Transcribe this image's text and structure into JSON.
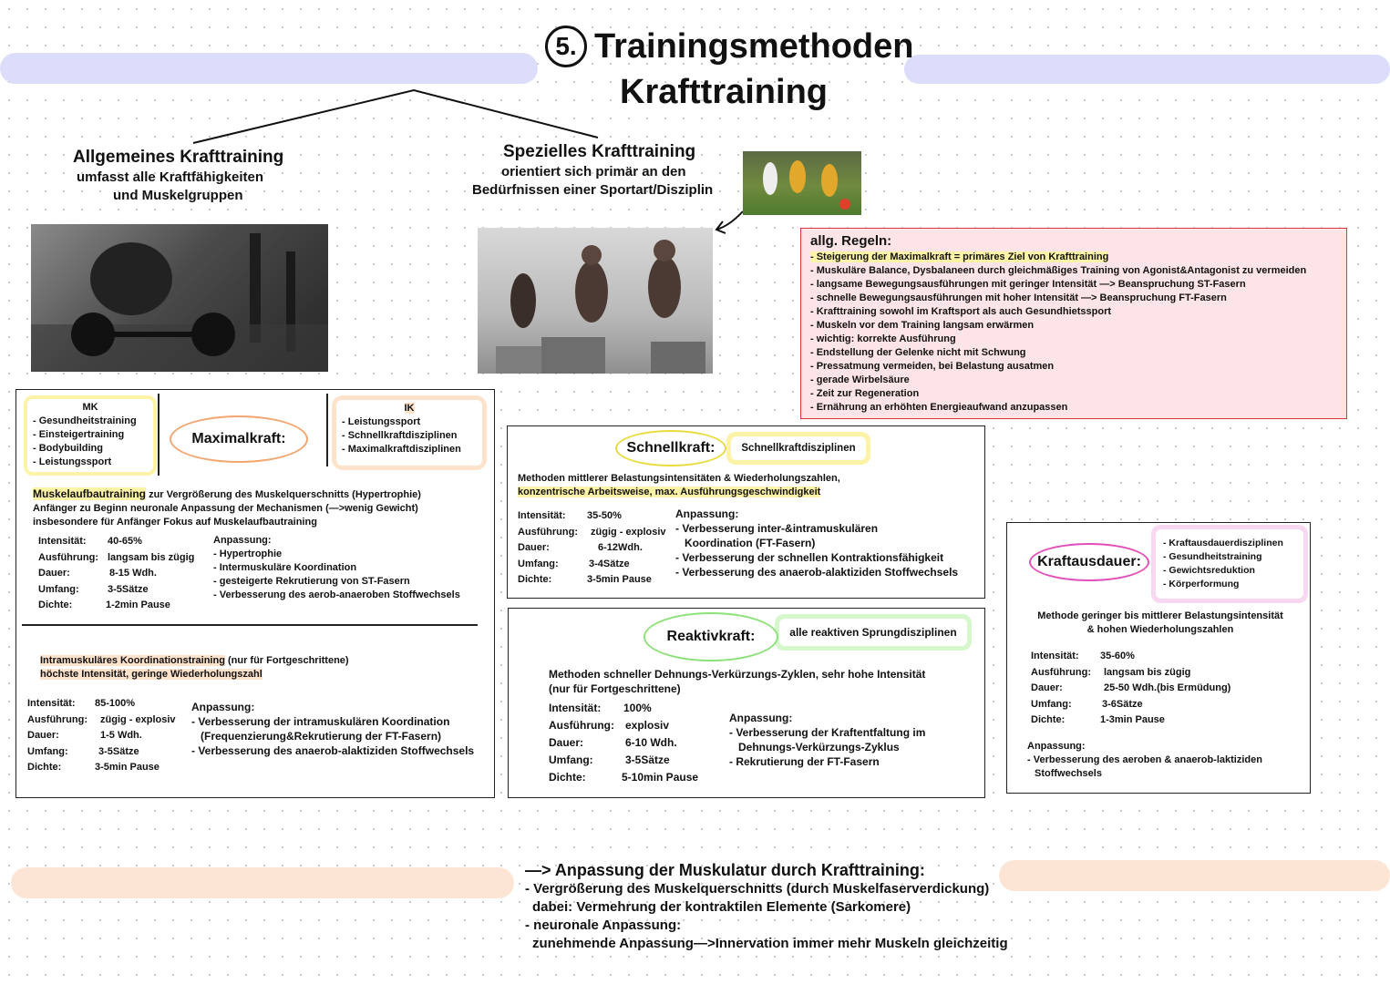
{
  "title": {
    "number": "5.",
    "line1": "Trainingsmethoden",
    "line2": "Krafttraining"
  },
  "allgemein": {
    "heading": "Allgemeines Krafttraining",
    "line1": "umfasst alle Kraftfähigkeiten",
    "line2": "und Muskelgruppen"
  },
  "speziell": {
    "heading": "Spezielles Krafttraining",
    "line1": "orientiert sich primär an den",
    "line2": "Bedürfnissen einer Sportart/Disziplin"
  },
  "regeln": {
    "title": "allg. Regeln:",
    "items": [
      "- Steigerung der Maximalkraft = primäres Ziel von Krafttraining",
      "- Muskuläre Balance, Dysbalaneen durch gleichmäßiges Training von Agonist&Antagonist zu vermeiden",
      "- langsame Bewegungsausführungen mit geringer Intensität —> Beanspruchung ST-Fasern",
      "- schnelle Bewegungsausführungen mit hoher Intensität —> Beanspruchung FT-Fasern",
      "- Krafttraining sowohl im Kraftsport als auch  Gesundhietssport",
      "- Muskeln vor dem Training langsam erwärmen",
      "- wichtig: korrekte Ausführung",
      "- Endstellung der Gelenke nicht mit Schwung",
      "- Pressatmung vermeiden, bei Belastung ausatmen",
      "- gerade Wirbelsäure",
      "- Zeit zur Regeneration",
      "- Ernährung an erhöhten Energieaufwand anzupassen"
    ]
  },
  "maximalkraft": {
    "label": "Maximalkraft:",
    "mk": {
      "title": "MK",
      "items": [
        "- Gesundheitstraining",
        "- Einsteigertraining",
        "- Bodybuilding",
        "- Leistungssport"
      ]
    },
    "ik": {
      "title": "IK",
      "items": [
        "- Leistungssport",
        "- Schnellkraftdisziplinen",
        "- Maximalkraftdisziplinen"
      ]
    },
    "aufbau": {
      "name": "Muskelaufbautraining",
      "line1_rest": " zur Vergrößerung des Muskelquerschnitts (Hypertrophie)",
      "line2": "Anfänger zu Beginn neuronale Anpassung der Mechanismen (—>wenig Gewicht)",
      "line3": "insbesondere für Anfänger Fokus auf Muskelaufbautraining",
      "params": [
        {
          "k": "Intensität:",
          "v": "40-65%"
        },
        {
          "k": "Ausführung:",
          "v": "langsam bis zügig"
        },
        {
          "k": "Dauer:",
          "v": "8-15 Wdh."
        },
        {
          "k": "Umfang:",
          "v": "3-5Sätze"
        },
        {
          "k": "Dichte:",
          "v": "1-2min Pause"
        }
      ],
      "anpassung_title": "Anpassung:",
      "anpassung": [
        "- Hypertrophie",
        "- Intermuskuläre Koordination",
        "- gesteigerte Rekrutierung von ST-Fasern",
        "- Verbesserung des aerob-anaeroben Stoffwechsels"
      ]
    },
    "ikt": {
      "name": "Intramuskuläres Koordinationstraining",
      "line1_rest": " (nur für Fortgeschrittene)",
      "line2": "höchste Intensität, geringe Wiederholungszahl",
      "params": [
        {
          "k": "Intensität:",
          "v": "85-100%"
        },
        {
          "k": "Ausführung:",
          "v": "zügig - explosiv"
        },
        {
          "k": "Dauer:",
          "v": "1-5 Wdh."
        },
        {
          "k": "Umfang:",
          "v": "3-5Sätze"
        },
        {
          "k": "Dichte:",
          "v": "3-5min Pause"
        }
      ],
      "anpassung_title": "Anpassung:",
      "anpassung": [
        "- Verbesserung der intramuskulären Koordination",
        "  (Frequenzierung&Rekrutierung der FT-Fasern)",
        "- Verbesserung des anaerob-alaktiziden Stoffwechsels"
      ]
    }
  },
  "schnellkraft": {
    "label": "Schnellkraft:",
    "tag": "Schnellkraftdisziplinen",
    "line1": "Methoden mittlerer Belastungsintensitäten & Wiederholungszahlen,",
    "line2": "konzentrische Arbeitsweise, max. Ausführungsgeschwindigkeit",
    "params": [
      {
        "k": "Intensität:",
        "v": "35-50%"
      },
      {
        "k": "Ausführung:",
        "v": "zügig - explosiv"
      },
      {
        "k": "Dauer:",
        "v": "6-12Wdh."
      },
      {
        "k": "Umfang:",
        "v": "3-4Sätze"
      },
      {
        "k": "Dichte:",
        "v": "3-5min Pause"
      }
    ],
    "anpassung_title": "Anpassung:",
    "anpassung": [
      "- Verbesserung inter-&intramuskulären",
      "  Koordination (FT-Fasern)",
      "- Verbesserung der schnellen Kontraktionsfähigkeit",
      "- Verbesserung des anaerob-alaktiziden Stoffwechsels"
    ]
  },
  "reaktivkraft": {
    "label": "Reaktivkraft:",
    "tag": "alle reaktiven Sprungdisziplinen",
    "line1": "Methoden schneller Dehnungs-Verkürzungs-Zyklen, sehr hohe Intensität",
    "line2": "(nur für Fortgeschrittene)",
    "params": [
      {
        "k": "Intensität:",
        "v": "100%"
      },
      {
        "k": "Ausführung:",
        "v": "explosiv"
      },
      {
        "k": "Dauer:",
        "v": "6-10 Wdh."
      },
      {
        "k": "Umfang:",
        "v": "3-5Sätze"
      },
      {
        "k": "Dichte:",
        "v": "5-10min Pause"
      }
    ],
    "anpassung_title": "Anpassung:",
    "anpassung": [
      "- Verbesserung der Kraftentfaltung im",
      "  Dehnungs-Verkürzungs-Zyklus",
      "- Rekrutierung der FT-Fasern"
    ]
  },
  "kraftausdauer": {
    "label": "Kraftausdauer:",
    "tags": [
      "- Kraftausdauerdisziplinen",
      "- Gesundheitstraining",
      "- Gewichtsreduktion",
      "- Körperformung"
    ],
    "line1": "Methode geringer bis mittlerer Belastungsintensität",
    "line2": "& hohen Wiederholungszahlen",
    "params": [
      {
        "k": "Intensität:",
        "v": "35-60%"
      },
      {
        "k": "Ausführung:",
        "v": "langsam bis zügig"
      },
      {
        "k": "Dauer:",
        "v": "25-50 Wdh.(bis Ermüdung)"
      },
      {
        "k": "Umfang:",
        "v": "3-6Sätze"
      },
      {
        "k": "Dichte:",
        "v": "1-3min Pause"
      }
    ],
    "anpassung_title": "Anpassung:",
    "anpassung": [
      "- Verbesserung des aeroben & anaerob-laktiziden",
      "  Stoffwechsels"
    ]
  },
  "fazit": {
    "title": "—> Anpassung der Muskulatur durch Krafttraining:",
    "lines": [
      "- Vergrößerung des Muskelquerschnitts (durch Muskelfaserverdickung)",
      "  dabei: Vermehrung der kontraktilen Elemente (Sarkomere)",
      "- neuronale Anpassung:",
      "  zunehmende Anpassung—>Innervation immer mehr Muskeln gleichzeitig"
    ]
  },
  "colors": {
    "lavender": "#dcdcfb",
    "peach": "#fde5d6",
    "regeln_bg": "#fde4e6",
    "regeln_border": "#d9363e"
  }
}
